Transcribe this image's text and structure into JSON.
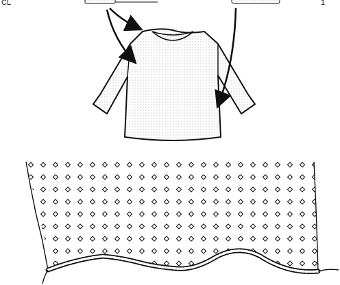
{
  "figure": {
    "top_fragment_text": "CL",
    "top_right_fragment_text": "1"
  },
  "icons": {
    "shirt": "long-sleeve-shirt-icon",
    "arrows": "callout-arrow-icon",
    "fabric": "diamond-knit-fabric-swatch",
    "edging": "crochet-edge-stitching"
  },
  "colors": {
    "line": "#111111",
    "dots": "#8a8a8a",
    "background": "#ffffff"
  }
}
